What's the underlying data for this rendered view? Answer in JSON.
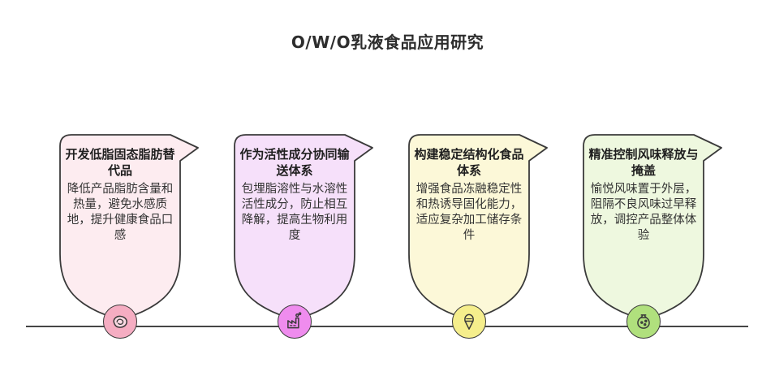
{
  "page": {
    "title": "O/W/O乳液食品应用研究",
    "background": "#ffffff",
    "baseline_color": "#454545"
  },
  "cards": [
    {
      "title": "开发低脂固态脂肪替代品",
      "body": "降低产品脂肪含量和热量，避免水感质地，提升健康食品口感",
      "icon": "meat-slice-icon",
      "colors": {
        "card_fill": "#fdecf0",
        "icon_fill": "#f5adc2",
        "stroke": "#3a3a3a"
      }
    },
    {
      "title": "作为活性成分协同输送体系",
      "body": "包埋脂溶性与水溶性活性成分，防止相互降解，提高生物利用度",
      "icon": "factory-icon",
      "colors": {
        "card_fill": "#f6e0fa",
        "icon_fill": "#ef8cee",
        "stroke": "#3a3a3a"
      }
    },
    {
      "title": "构建稳定结构化食品体系",
      "body": "增强食品冻融稳定性和热诱导固化能力，适应复杂加工储存条件",
      "icon": "ice-cream-icon",
      "colors": {
        "card_fill": "#fcf8d8",
        "icon_fill": "#f5ee8c",
        "stroke": "#3a3a3a"
      }
    },
    {
      "title": "精准控制风味释放与掩盖",
      "body": "愉悦风味置于外层，阻隔不良风味过早释放，调控产品整体体验",
      "icon": "flavor-jar-icon",
      "colors": {
        "card_fill": "#eef8df",
        "icon_fill": "#b0e07d",
        "stroke": "#3a3a3a"
      }
    }
  ]
}
